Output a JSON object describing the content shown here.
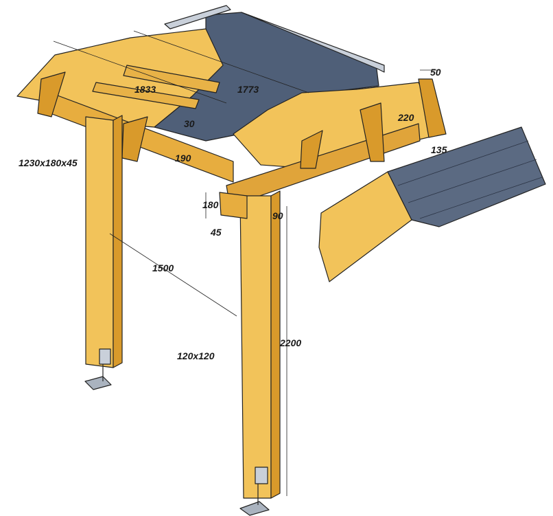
{
  "colors": {
    "wood": "#f2c35a",
    "wood_dark": "#d99a2b",
    "membrane": "#4f5f78",
    "shingle": "#5b6a82",
    "line": "#222222"
  },
  "dimensions": {
    "roof_depth": "1833",
    "roof_width": "1773",
    "overhang_top": "50",
    "fascia_height": "220",
    "fascia_offset": "135",
    "rafter_top": "30",
    "rafter_height": "190",
    "beam_size": "1230x180x45",
    "beam_height": "180",
    "beam_thickness": "45",
    "post_notch": "90",
    "post_spacing": "1500",
    "post_section": "120x120",
    "post_height": "2200"
  }
}
